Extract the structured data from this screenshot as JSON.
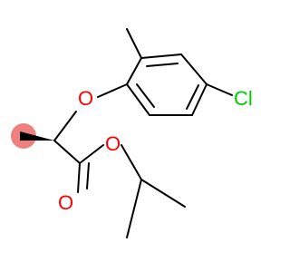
{
  "molecule": {
    "atoms": [
      {
        "symbol": "O",
        "color": "#ff0000"
      },
      {
        "symbol": "Cl",
        "color": "#00cc00"
      },
      {
        "symbol": "O",
        "color": "#ff0000"
      },
      {
        "symbol": "O",
        "color": "#ff0000"
      }
    ],
    "bond_color": "#000000",
    "wedge_color": "#000000",
    "highlight_color": "#f08080"
  }
}
